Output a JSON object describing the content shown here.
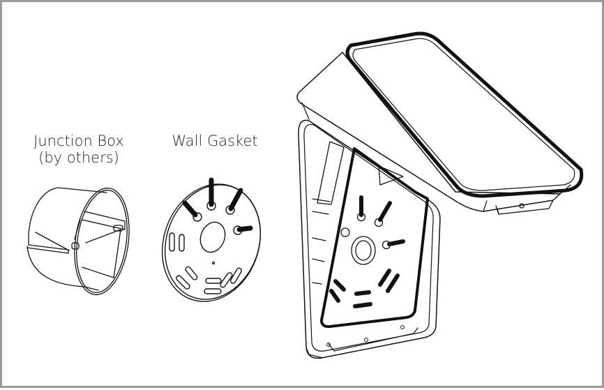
{
  "labels": {
    "junction_box_line1": "Junction Box",
    "junction_box_line2": "(by others)",
    "wall_gasket": "Wall Gasket"
  },
  "colors": {
    "frame_border": "#9a9a9a",
    "line": "#111111"
  }
}
